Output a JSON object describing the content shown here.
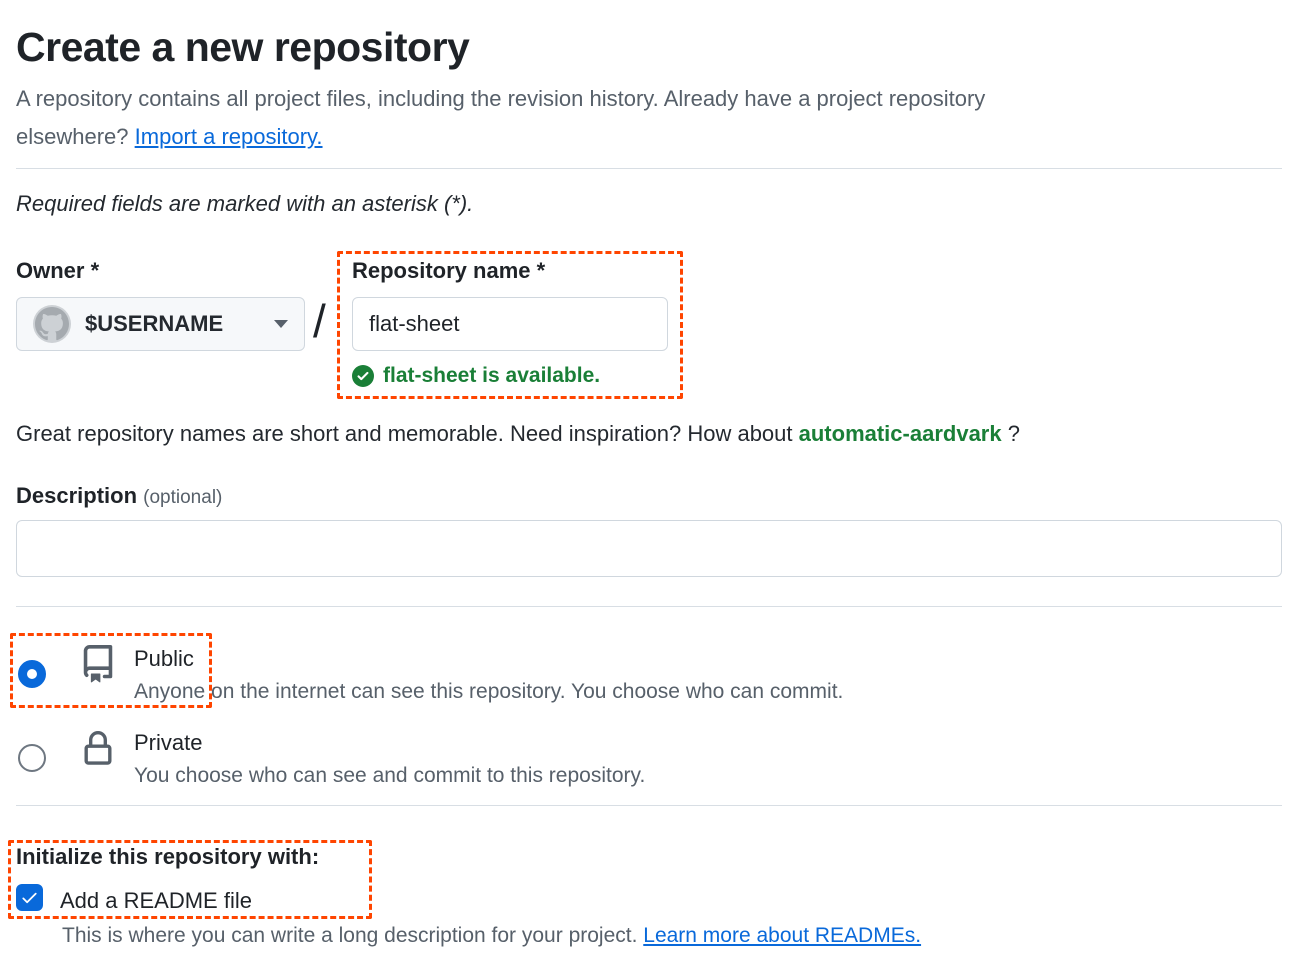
{
  "page": {
    "title": "Create a new repository",
    "intro_line1": "A repository contains all project files, including the revision history. Already have a project repository",
    "intro_line2_prefix": "elsewhere? ",
    "intro_link": "Import a repository.",
    "required_note": "Required fields are marked with an asterisk (*)."
  },
  "owner": {
    "label": "Owner *",
    "username": "$USERNAME",
    "separator": "/"
  },
  "repo_name": {
    "label": "Repository name *",
    "value": "flat-sheet",
    "availability_message": "flat-sheet is available."
  },
  "suggestion": {
    "prefix": "Great repository names are short and memorable. Need inspiration? How about ",
    "name": "automatic-aardvark",
    "suffix": " ?"
  },
  "description": {
    "label": "Description",
    "optional": "(optional)",
    "value": ""
  },
  "visibility": {
    "public": {
      "label": "Public",
      "description": "Anyone on the internet can see this repository. You choose who can commit.",
      "selected": true
    },
    "private": {
      "label": "Private",
      "description": "You choose who can see and commit to this repository.",
      "selected": false
    }
  },
  "initialize": {
    "heading": "Initialize this repository with:",
    "readme_label": "Add a README file",
    "readme_checked": true,
    "note_text": "This is where you can write a long description for your project. ",
    "note_link": "Learn more about READMEs."
  },
  "icons": {
    "avatar": "github-octocat-avatar-icon",
    "owner_dropdown": "chevron-down-icon",
    "availability": "check-circle-icon",
    "public": "repo-book-icon",
    "private": "lock-icon",
    "readme": "checkmark-icon"
  },
  "colors": {
    "accent_blue": "#0969da",
    "success_green": "#1a7f37",
    "annotation_red": "#ff4500",
    "text_primary": "#24292f",
    "text_muted": "#57606a",
    "border": "#d0d7de",
    "button_bg": "#f6f8fa"
  }
}
